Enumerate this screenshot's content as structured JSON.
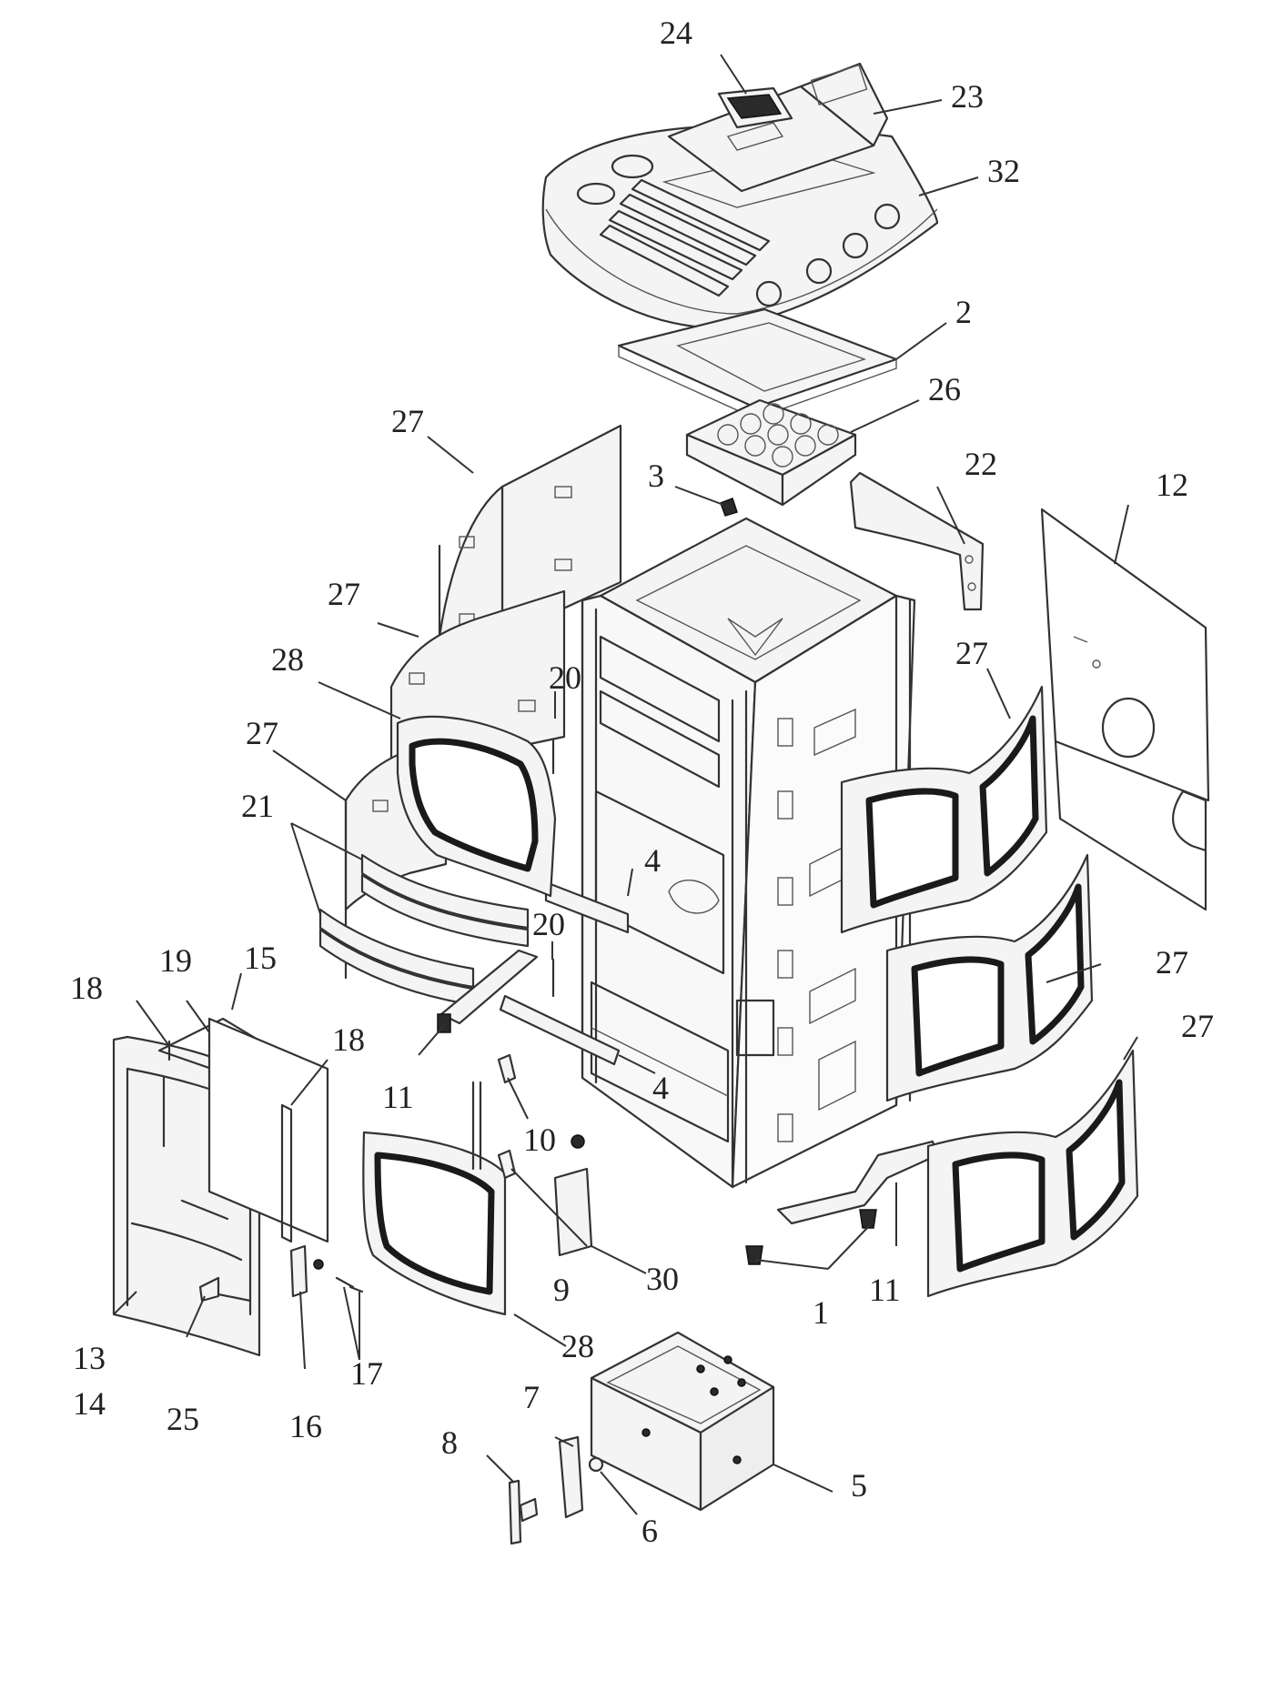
{
  "callouts": [
    {
      "id": "c24",
      "text": "24"
    },
    {
      "id": "c23",
      "text": "23"
    },
    {
      "id": "c32",
      "text": "32"
    },
    {
      "id": "c2",
      "text": "2"
    },
    {
      "id": "c26",
      "text": "26"
    },
    {
      "id": "c27a",
      "text": "27"
    },
    {
      "id": "c3",
      "text": "3"
    },
    {
      "id": "c22",
      "text": "22"
    },
    {
      "id": "c12",
      "text": "12"
    },
    {
      "id": "c27b",
      "text": "27"
    },
    {
      "id": "c28a",
      "text": "28"
    },
    {
      "id": "c20a",
      "text": "20"
    },
    {
      "id": "c27c",
      "text": "27"
    },
    {
      "id": "c27d",
      "text": "27"
    },
    {
      "id": "c21",
      "text": "21"
    },
    {
      "id": "c4a",
      "text": "4"
    },
    {
      "id": "c20b",
      "text": "20"
    },
    {
      "id": "c27e",
      "text": "27"
    },
    {
      "id": "c27f",
      "text": "27"
    },
    {
      "id": "c18a",
      "text": "18"
    },
    {
      "id": "c19",
      "text": "19"
    },
    {
      "id": "c15",
      "text": "15"
    },
    {
      "id": "c18b",
      "text": "18"
    },
    {
      "id": "c11a",
      "text": "11"
    },
    {
      "id": "c4b",
      "text": "4"
    },
    {
      "id": "c10",
      "text": "10"
    },
    {
      "id": "c9",
      "text": "9"
    },
    {
      "id": "c30",
      "text": "30"
    },
    {
      "id": "c1",
      "text": "1"
    },
    {
      "id": "c11b",
      "text": "11"
    },
    {
      "id": "c28b",
      "text": "28"
    },
    {
      "id": "c13",
      "text": "13"
    },
    {
      "id": "c14",
      "text": "14"
    },
    {
      "id": "c25",
      "text": "25"
    },
    {
      "id": "c16",
      "text": "16"
    },
    {
      "id": "c17",
      "text": "17"
    },
    {
      "id": "c7",
      "text": "7"
    },
    {
      "id": "c8",
      "text": "8"
    },
    {
      "id": "c6",
      "text": "6"
    },
    {
      "id": "c5",
      "text": "5"
    }
  ]
}
